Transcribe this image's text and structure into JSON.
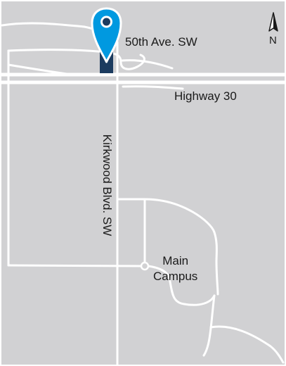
{
  "map": {
    "labels": {
      "road_50th": "50th Ave. SW",
      "highway": "Highway 30",
      "kirkwood": "Kirkwood Blvd. SW",
      "campus_line1": "Main",
      "campus_line2": "Campus"
    },
    "north_label": "N",
    "colors": {
      "land": "#d1d1d3",
      "road": "#ffffff",
      "pin": "#0099e0",
      "pin_base": "#1b3b5f"
    },
    "icons": [
      "location-pin-icon",
      "north-arrow-icon",
      "campus-node-icon"
    ]
  }
}
